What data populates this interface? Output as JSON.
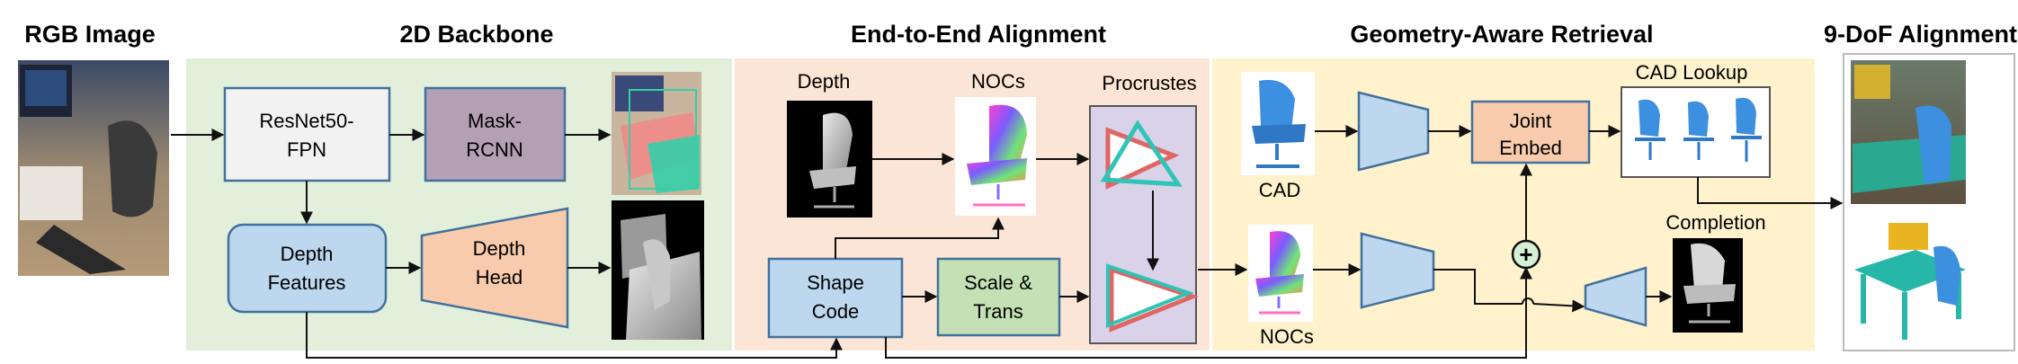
{
  "sections": {
    "rgb_image": "RGB Image",
    "backbone": "2D Backbone",
    "alignment": "End-to-End Alignment",
    "retrieval": "Geometry-Aware Retrieval",
    "output": "9-DoF Alignments"
  },
  "backbone": {
    "resnet": [
      "ResNet50-",
      "FPN"
    ],
    "maskrcnn": [
      "Mask-",
      "RCNN"
    ],
    "depth_features": [
      "Depth",
      "Features"
    ],
    "depth_head": [
      "Depth",
      "Head"
    ]
  },
  "alignment": {
    "depth_label": "Depth",
    "nocs_label": "NOCs",
    "procrustes_label": "Procrustes",
    "shape_code": [
      "Shape",
      "Code"
    ],
    "scale_trans": [
      "Scale &",
      "Trans"
    ]
  },
  "retrieval": {
    "cad_label": "CAD",
    "nocs_label": "NOCs",
    "joint_embed": [
      "Joint",
      "Embed"
    ],
    "cad_lookup_label": "CAD Lookup",
    "completion_label": "Completion",
    "plus_symbol": "+"
  },
  "colors": {
    "backbone_bg": "#e2efda",
    "alignment_bg": "#fbe5d6",
    "retrieval_bg": "#fff2cc",
    "box_border": "#41719c",
    "resnet_fill": "#f2f2f2",
    "maskrcnn_fill": "#b4a0b5",
    "depth_features_fill": "#bdd7ee",
    "depth_head_fill": "#f8cbad",
    "shape_code_fill": "#bdd7ee",
    "scale_trans_fill": "#c5e0b4",
    "procrustes_fill": "#d9d2e9",
    "joint_embed_fill": "#f8cbad",
    "trapezoid_fill": "#bdd7ee",
    "triangle_red": "#e06666",
    "triangle_teal": "#2ec4b6",
    "chair_blue": "#3d8fe0"
  }
}
